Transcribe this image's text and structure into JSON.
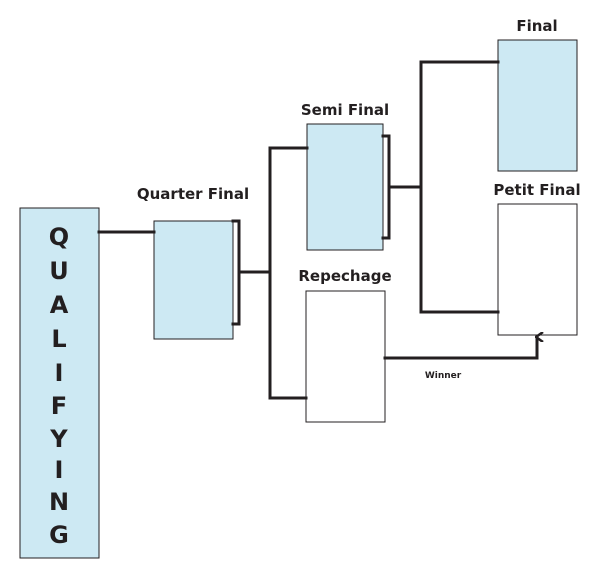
{
  "diagram": {
    "qualifying": {
      "letters": [
        "Q",
        "U",
        "A",
        "L",
        "I",
        "F",
        "Y",
        "I",
        "N",
        "G"
      ]
    },
    "stages": {
      "quarter_final": "Quarter Final",
      "semi_final": "Semi Final",
      "repechage": "Repechage",
      "final": "Final",
      "petit_final": "Petit Final"
    },
    "winner_label": "Winner",
    "colors": {
      "filled": "#cde9f3",
      "empty": "#ffffff",
      "line": "#231f20"
    }
  }
}
